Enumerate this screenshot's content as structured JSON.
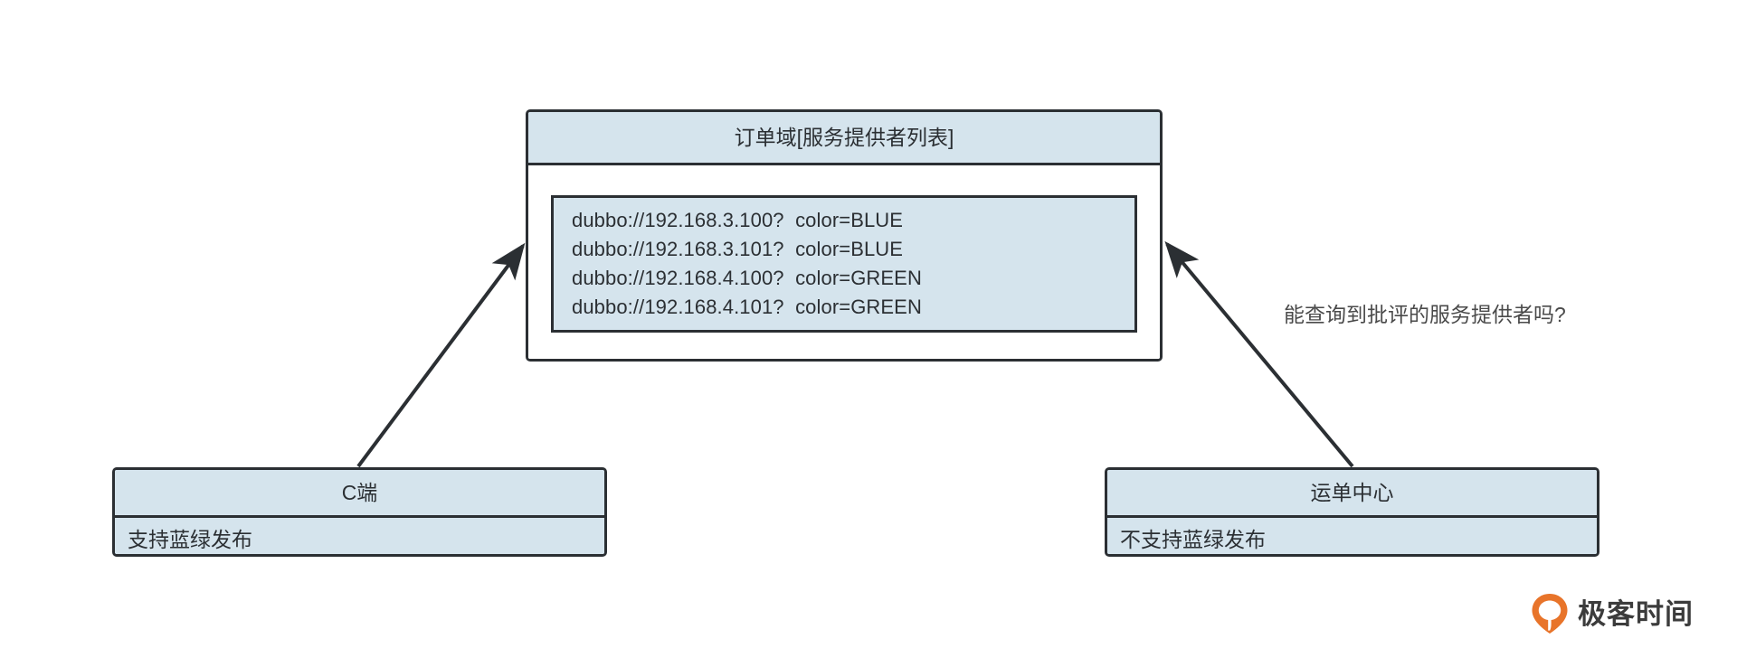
{
  "diagram": {
    "title_none": "",
    "provider_box": {
      "header": "订单域[服务提供者列表]",
      "providers": [
        "dubbo://192.168.3.100?  color=BLUE",
        "dubbo://192.168.3.101?  color=BLUE",
        "dubbo://192.168.4.100?  color=GREEN",
        "dubbo://192.168.4.101?  color=GREEN"
      ]
    },
    "c_end_box": {
      "header": "C端",
      "body": "支持蓝绿发布"
    },
    "waybill_box": {
      "header": "运单中心",
      "body": "不支持蓝绿发布"
    },
    "annotation": "能查询到批评的服务提供者吗?",
    "watermark": {
      "text": "极客时间",
      "icon": "geektime-pin-logo-icon"
    },
    "colors": {
      "box_fill": "#d5e4ed",
      "box_stroke": "#2b2f33",
      "canvas": "#ffffff",
      "annotation_text": "#4a4a4a",
      "watermark_orange": "#e8742a",
      "watermark_text": "#3c3c3c"
    }
  }
}
